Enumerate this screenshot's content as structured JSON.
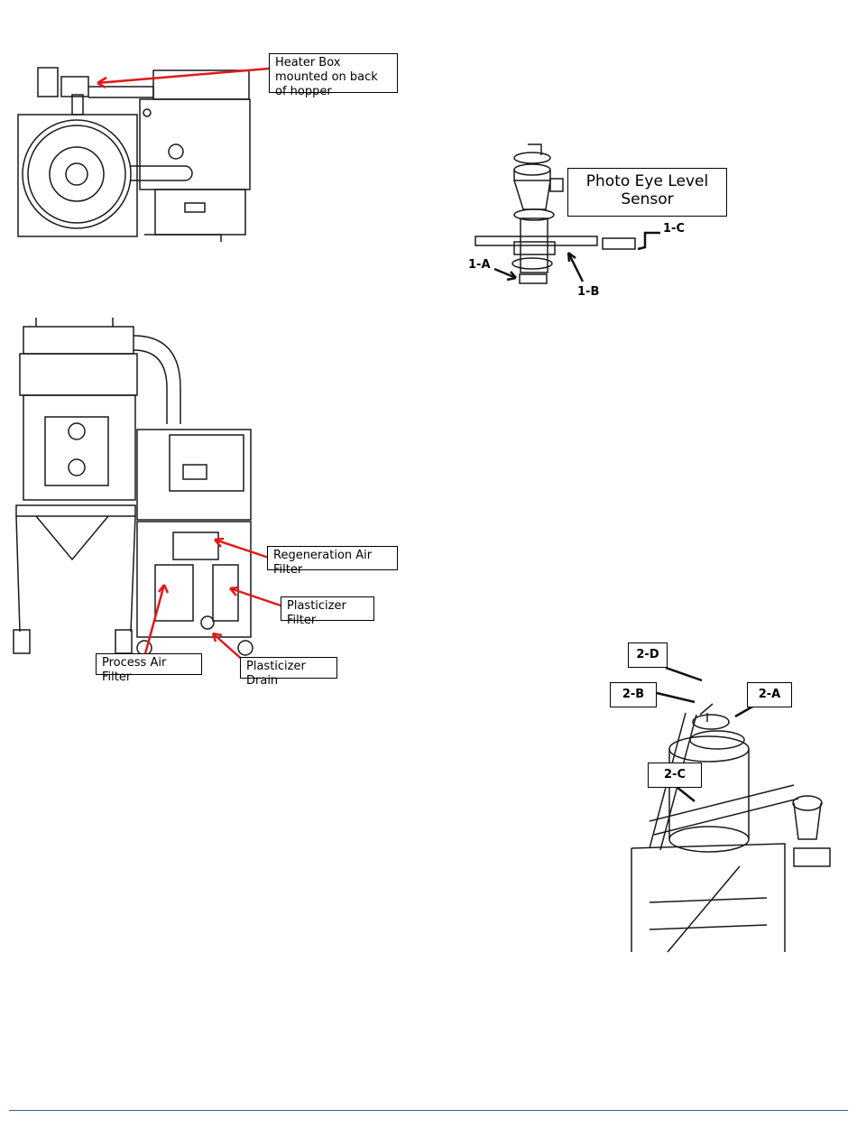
{
  "fig1": {
    "callout_heater": "Heater Box mounted on back of hopper"
  },
  "fig2": {
    "callout_sensor": "Photo Eye Level Sensor",
    "tag_1a": "1-A",
    "tag_1b": "1-B",
    "tag_1c": "1-C"
  },
  "fig3": {
    "callout_regen": "Regeneration Air Filter",
    "callout_plasticizer_filter": "Plasticizer Filter",
    "callout_process": "Process Air Filter",
    "callout_drain": "Plasticizer Drain"
  },
  "fig4": {
    "tag_2a": "2-A",
    "tag_2b": "2-B",
    "tag_2c": "2-C",
    "tag_2d": "2-D"
  },
  "colors": {
    "arrow": "#e11919",
    "line": "#1a1a1a",
    "footer": "#3b5f8a"
  }
}
